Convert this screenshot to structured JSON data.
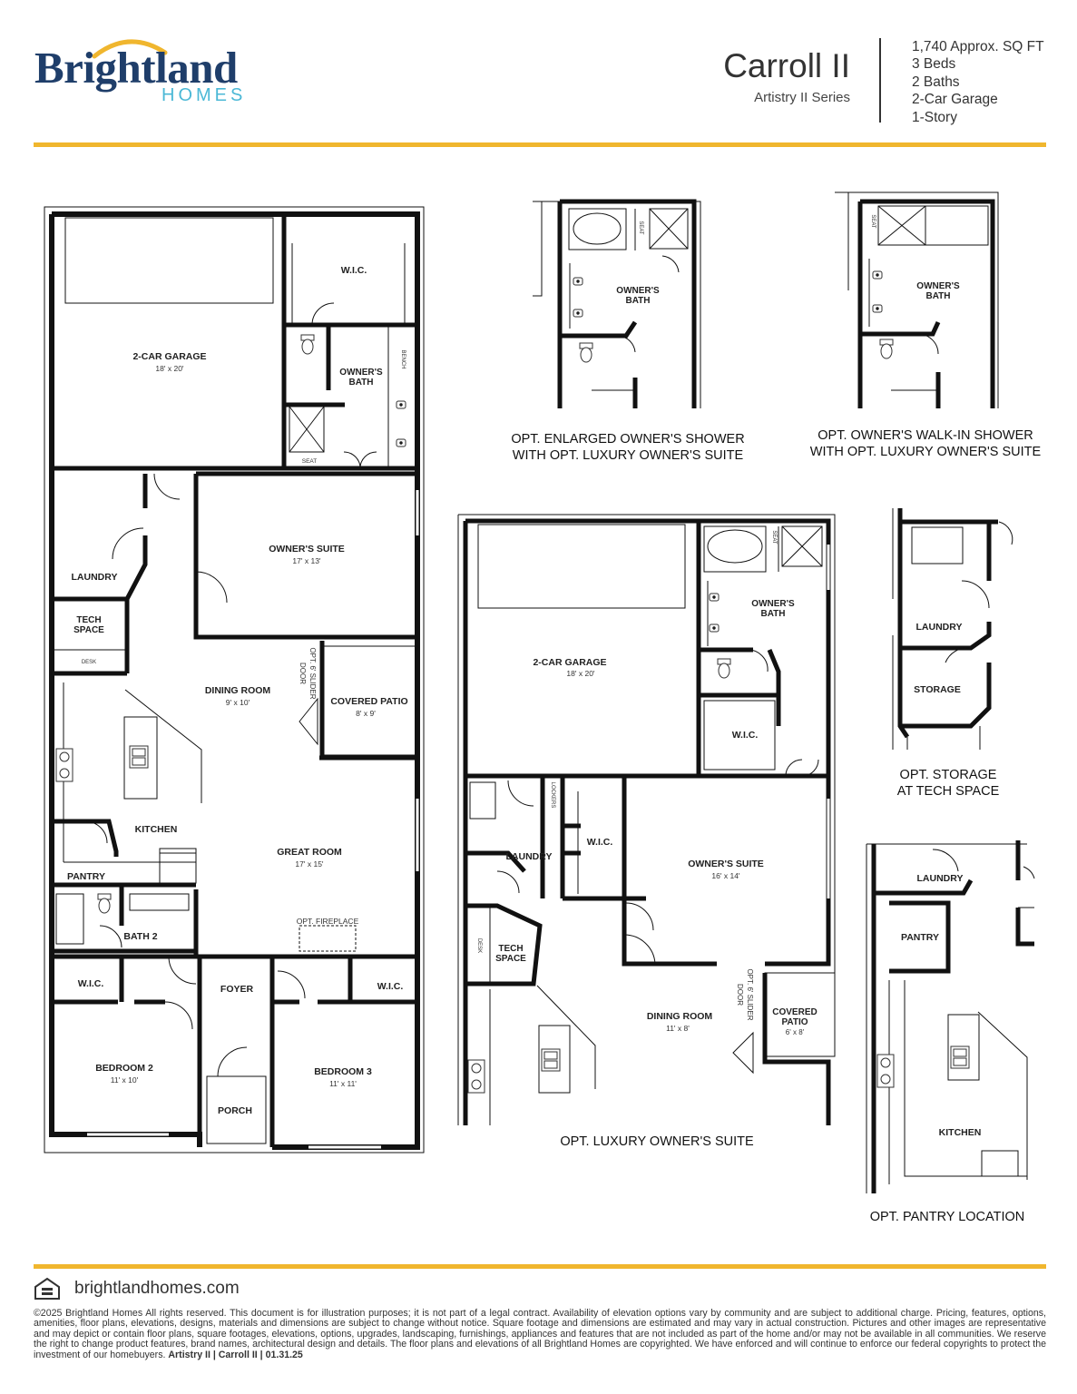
{
  "brand": {
    "name": "Brightland",
    "sub": "HOMES",
    "colors": {
      "navy": "#1f3e6a",
      "sky": "#4bb8d6",
      "gold": "#f0b62e"
    }
  },
  "plan": {
    "title": "Carroll II",
    "series": "Artistry II Series",
    "specs": [
      "1,740 Approx. SQ FT",
      "3 Beds",
      "2 Baths",
      "2-Car Garage",
      "1-Story"
    ]
  },
  "main_plan": {
    "garage": "2-CAR GARAGE",
    "garage_dim": "18' x 20'",
    "wic": "W.I.C.",
    "owners_bath": [
      "OWNER'S",
      "BATH"
    ],
    "bench": "BENCH",
    "seat": "SEAT",
    "laundry": "LAUNDRY",
    "owners_suite": "OWNER'S SUITE",
    "owners_suite_dim": "17' x 13'",
    "tech_space": [
      "TECH",
      "SPACE"
    ],
    "desk": "DESK",
    "dining": "DINING ROOM",
    "dining_dim": "9' x 10'",
    "slider": [
      "OPT. 6' SLIDER",
      "DOOR"
    ],
    "covered_patio": "COVERED PATIO",
    "patio_dim": "8' x 9'",
    "kitchen": "KITCHEN",
    "great_room": "GREAT ROOM",
    "great_room_dim": "17' x 15'",
    "pantry": "PANTRY",
    "bath2": "BATH 2",
    "fireplace": "OPT. FIREPLACE",
    "wic2": "W.I.C.",
    "wic3": "W.I.C.",
    "foyer": "FOYER",
    "bedroom2": "BEDROOM 2",
    "bedroom2_dim": "11' x 10'",
    "bedroom3": "BEDROOM 3",
    "bedroom3_dim": "11' x 11'",
    "porch": "PORCH"
  },
  "opt_shower": {
    "bath": [
      "OWNER'S",
      "BATH"
    ],
    "seat": "SEAT",
    "caption": [
      "OPT. ENLARGED OWNER'S SHOWER",
      "WITH OPT. LUXURY OWNER'S SUITE"
    ]
  },
  "opt_walkin": {
    "bath": [
      "OWNER'S",
      "BATH"
    ],
    "seat": "SEAT",
    "caption": [
      "OPT. OWNER'S WALK-IN SHOWER",
      "WITH OPT. LUXURY OWNER'S SUITE"
    ]
  },
  "opt_luxury": {
    "garage": "2-CAR GARAGE",
    "garage_dim": "18' x 20'",
    "bath": [
      "OWNER'S",
      "BATH"
    ],
    "seat": "SEAT",
    "wic": "W.I.C.",
    "wic2": "W.I.C.",
    "lockers": "LOCKERS",
    "laundry": "LAUNDRY",
    "owners_suite": "OWNER'S SUITE",
    "owners_suite_dim": "16' x 14'",
    "desk": "DESK",
    "tech_space": [
      "TECH",
      "SPACE"
    ],
    "dining": "DINING ROOM",
    "dining_dim": "11' x 8'",
    "slider": [
      "OPT. 6' SLIDER",
      "DOOR"
    ],
    "covered_patio": [
      "COVERED",
      "PATIO"
    ],
    "patio_dim": "6' x 8'",
    "caption": "OPT. LUXURY OWNER'S SUITE"
  },
  "opt_storage": {
    "laundry": "LAUNDRY",
    "storage": "STORAGE",
    "caption": [
      "OPT. STORAGE",
      "AT TECH SPACE"
    ]
  },
  "opt_pantry": {
    "laundry": "LAUNDRY",
    "pantry": "PANTRY",
    "kitchen": "KITCHEN",
    "caption": "OPT. PANTRY LOCATION"
  },
  "footer": {
    "website": "brightlandhomes.com",
    "legal": "©2025 Brightland Homes All rights reserved. This document is for illustration purposes; it is not part of a legal contract. Availability of elevation options vary by community and are subject to additional charge. Pricing, features, options, amenities, floor plans, elevations, designs, materials and dimensions are subject to change without notice. Square footage and dimensions are estimated and may vary in actual construction. Pictures and other images are representative and may depict or contain floor plans, square footages, elevations, options, upgrades, landscaping, furnishings, appliances and features that are not included as part of the home and/or may not be available in all communities. We reserve the right to change product features, brand names, architectural design and details. The floor plans and elevations of all Brightland Homes are copyrighted. We have enforced and will continue to enforce our federal copyrights to protect the investment of our homebuyers.",
    "doc_id": "Artistry II | Carroll II | 01.31.25"
  }
}
